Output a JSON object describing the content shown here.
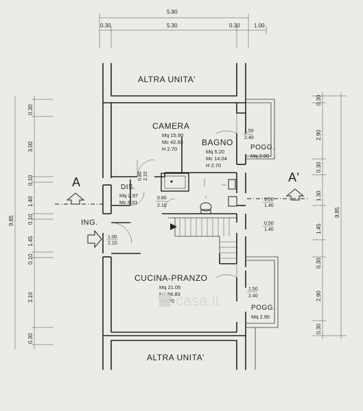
{
  "dimensions": {
    "top_total": "5.90",
    "top_left": "0.30",
    "top_middle": "5.30",
    "top_right": "0.30",
    "top_extra": "1.00",
    "left_total": "9.85",
    "left_segments": [
      "0.30",
      "3.00",
      "0.10",
      "1.40",
      "0.10",
      "1.45",
      "0.10",
      "3.10",
      "0.30"
    ],
    "right_total": "9.85",
    "right_segments": [
      "0.30",
      "2.90",
      "0.30",
      "1.30",
      "1.45",
      "0.30",
      "2.90",
      "0.30"
    ]
  },
  "section_marks": {
    "left": "A",
    "right": "A'"
  },
  "rooms": {
    "altra_top": "ALTRA UNITA'",
    "altra_bottom": "ALTRA UNITA'",
    "camera": {
      "name": "CAMERA",
      "mq": "Mq 15.90",
      "mc": "Mc 42.93",
      "h": "H 2.70"
    },
    "bagno": {
      "name": "BAGNO",
      "mq": "Mq 5.20",
      "mc": "Mc 14.04",
      "h": "H 2.70"
    },
    "pogg_top": {
      "name": "POGG.",
      "mq": "Mq 2.90"
    },
    "dis": {
      "name": "DIS.",
      "mq": "Mq 2.97",
      "mc": "Mc 8.01"
    },
    "ing": {
      "name": "ING."
    },
    "cucina": {
      "name": "CUCINA-PRANZO",
      "mq": "Mq 21.05",
      "mc": "Mc 56.83",
      "h": "H 2.70"
    },
    "pogg_bottom": {
      "name": "POGG.",
      "mq": "Mq 2.90"
    }
  },
  "doors": {
    "camera_w": "1.50",
    "camera_h": "2.40",
    "dis_w": "0.80",
    "dis_h": "2.10",
    "bagno_w": "0.80",
    "bagno_h": "2.10",
    "win1_w": "0.50",
    "win1_h": "1.40",
    "win2_w": "0.50",
    "win2_h": "1.40",
    "ing_w": "1.00",
    "ing_h": "2.10",
    "cucina_w": "1.50",
    "cucina_h": "2.40"
  },
  "watermark": "casa.it"
}
